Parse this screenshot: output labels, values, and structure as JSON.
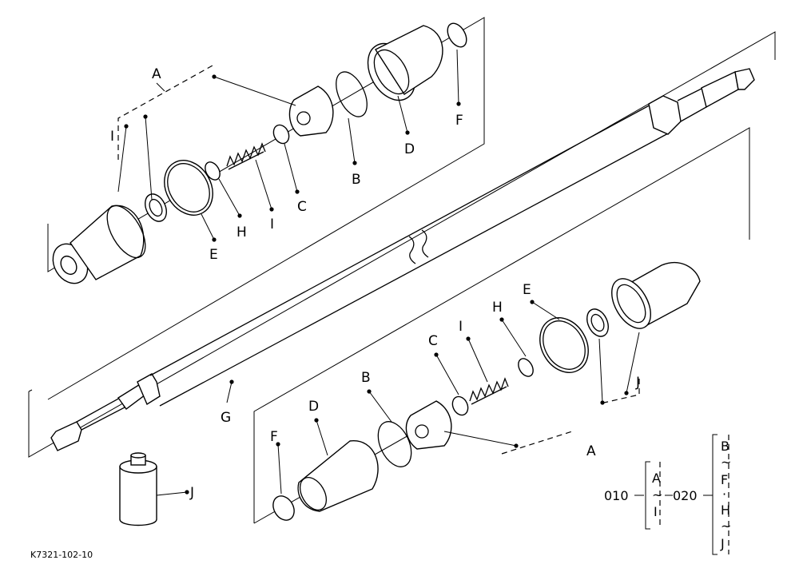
{
  "labels": {
    "A": "A",
    "B": "B",
    "C": "C",
    "D": "D",
    "E": "E",
    "F": "F",
    "G": "G",
    "H": "H",
    "I": "I",
    "J": "J"
  },
  "legend": {
    "code_010": "010",
    "code_020": "020",
    "range_010_start": "A",
    "range_010_end": "I",
    "range_020_start": "B",
    "range_020_mid1": "F",
    "range_020_dot": "·",
    "range_020_mid2": "H",
    "range_020_end": "J",
    "tilde": "~"
  },
  "drawing_ref": "K7321-102-10"
}
